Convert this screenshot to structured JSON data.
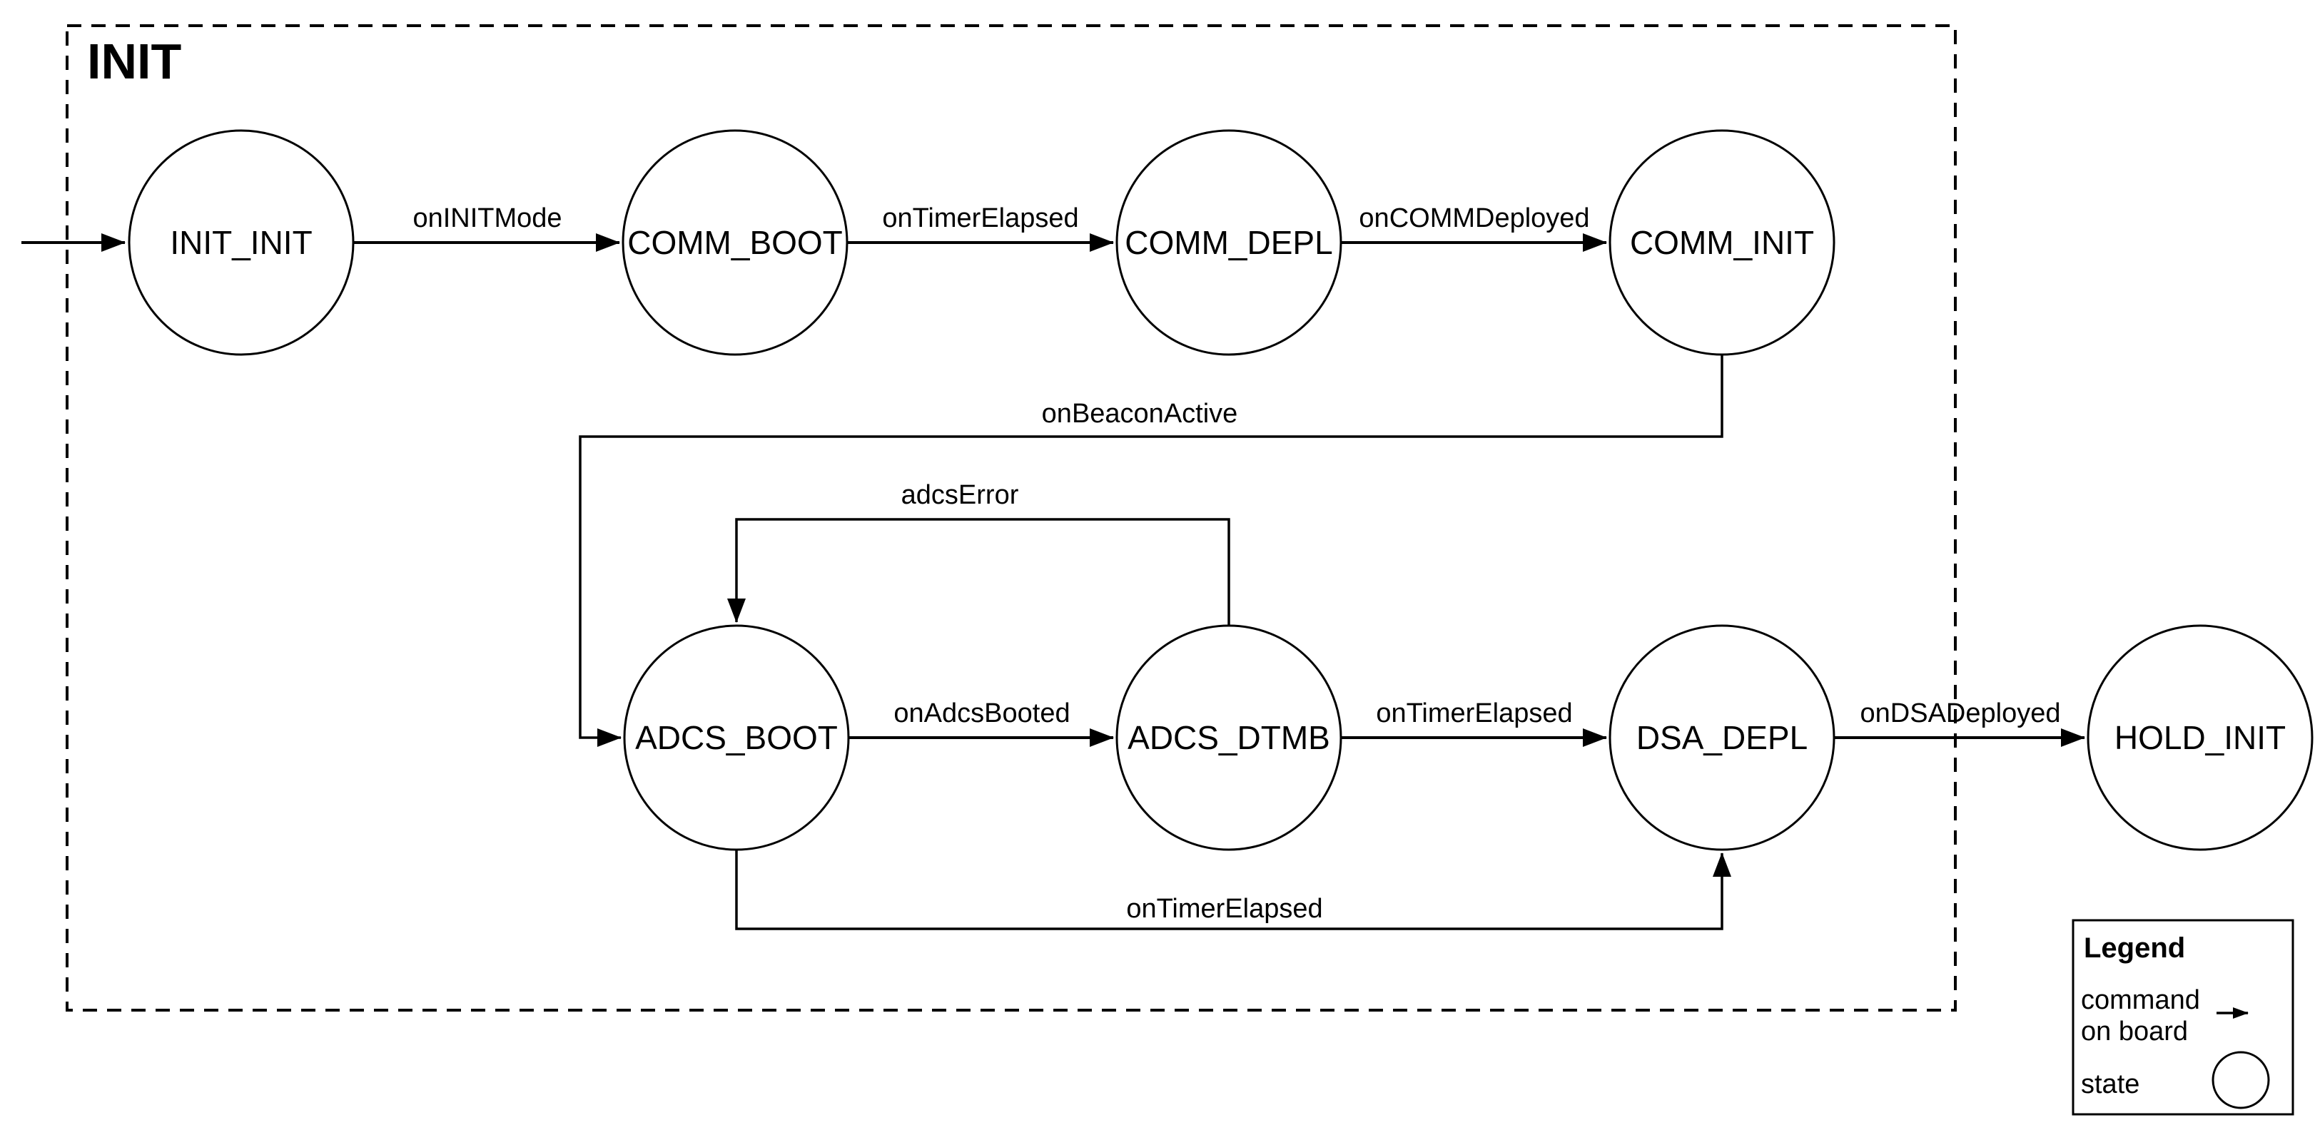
{
  "colors": {
    "background": "#ffffff",
    "line": "#000000",
    "text": "#000000"
  },
  "diagram": {
    "type": "state-machine",
    "container_label": "INIT",
    "states": [
      {
        "label": "INIT_INIT"
      },
      {
        "label": "COMM_BOOT"
      },
      {
        "label": "COMM_DEPL"
      },
      {
        "label": "COMM_INIT"
      },
      {
        "label": "ADCS_BOOT"
      },
      {
        "label": "ADCS_DTMB"
      },
      {
        "label": "DSA_DEPL"
      },
      {
        "label": "HOLD_INIT"
      }
    ],
    "edges": [
      {
        "from": "start",
        "to": "INIT_INIT",
        "label": ""
      },
      {
        "from": "INIT_INIT",
        "to": "COMM_BOOT",
        "label": "onINITMode"
      },
      {
        "from": "COMM_BOOT",
        "to": "COMM_DEPL",
        "label": "onTimerElapsed"
      },
      {
        "from": "COMM_DEPL",
        "to": "COMM_INIT",
        "label": "onCOMMDeployed"
      },
      {
        "from": "COMM_INIT",
        "to": "ADCS_BOOT",
        "label": "onBeaconActive"
      },
      {
        "from": "ADCS_DTMB",
        "to": "ADCS_BOOT",
        "label": "adcsError"
      },
      {
        "from": "ADCS_BOOT",
        "to": "ADCS_DTMB",
        "label": "onAdcsBooted"
      },
      {
        "from": "ADCS_DTMB",
        "to": "DSA_DEPL",
        "label": "onTimerElapsed"
      },
      {
        "from": "DSA_DEPL",
        "to": "HOLD_INIT",
        "label": "onDSADeployed"
      },
      {
        "from": "ADCS_BOOT",
        "to": "DSA_DEPL",
        "label": "onTimerElapsed"
      }
    ]
  },
  "legend": {
    "title": "Legend",
    "items": [
      {
        "label_line1": "command",
        "label_line2": "on board",
        "symbol": "arrow-right-icon"
      },
      {
        "label_line1": "state",
        "label_line2": "",
        "symbol": "circle-icon"
      }
    ]
  }
}
